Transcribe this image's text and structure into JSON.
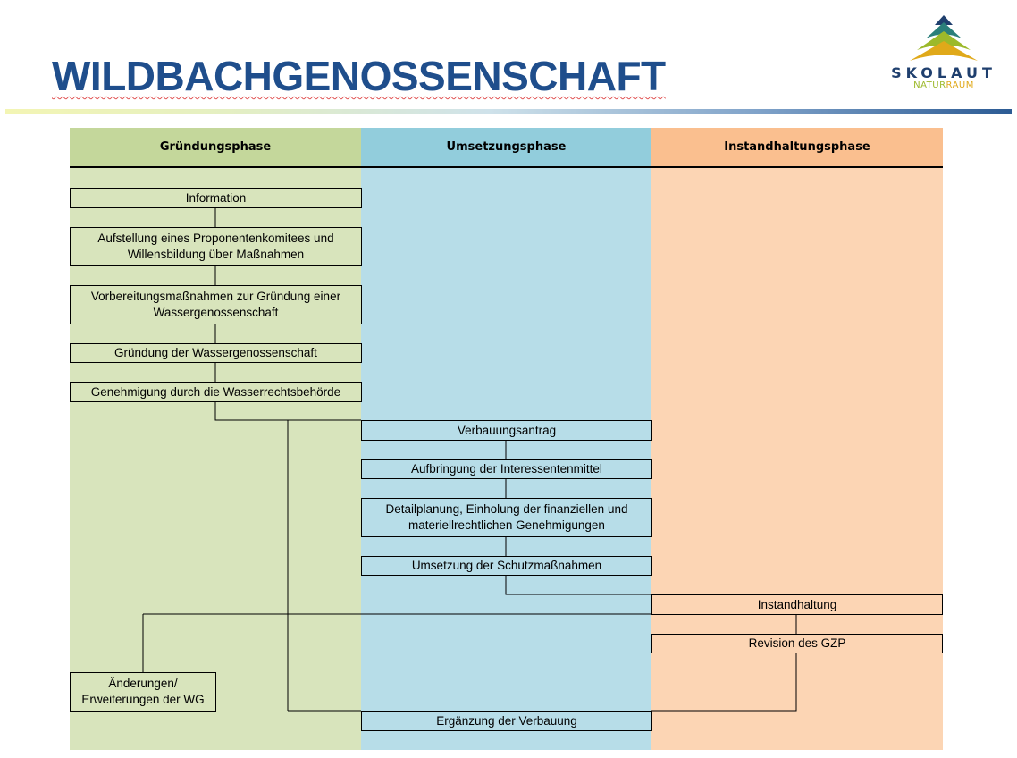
{
  "slide": {
    "title": "WILDBACHGENOSSENSCHAFT"
  },
  "logo": {
    "brand": "SKOLAUT",
    "sub_part1": "NATUR",
    "sub_part2": "RAUM"
  },
  "colors": {
    "title": "#1f4e8c",
    "phase1": "#d8e4bc",
    "phase1_header": "#c4d79b",
    "phase2": "#b7dde8",
    "phase2_header": "#92cddc",
    "phase3": "#fcd5b4",
    "phase3_header": "#fabf8f"
  },
  "phases": [
    {
      "label": "Gründungsphase"
    },
    {
      "label": "Umsetzungsphase"
    },
    {
      "label": "Instandhaltungsphase"
    }
  ],
  "steps": {
    "information": "Information",
    "komitee": "Aufstellung eines Proponentenkomitees und Willensbildung über Maßnahmen",
    "vorbereitung": "Vorbereitungsmaßnahmen zur Gründung einer Wassergenossenschaft",
    "gruendung": "Gründung der Wassergenossenschaft",
    "genehmigung": "Genehmigung durch die Wasserrechtsbehörde",
    "verbauungsantrag": "Verbauungsantrag",
    "interessentenmittel": "Aufbringung der Interessentenmittel",
    "detailplanung": "Detailplanung, Einholung der finanziellen und materiellrechtlichen Genehmigungen",
    "umsetzung": "Umsetzung der Schutzmaßnahmen",
    "instandhaltung": "Instandhaltung",
    "revision": "Revision des GZP",
    "aenderungen": "Änderungen/ Erweiterungen der WG",
    "ergaenzung": "Ergänzung der Verbauung"
  }
}
